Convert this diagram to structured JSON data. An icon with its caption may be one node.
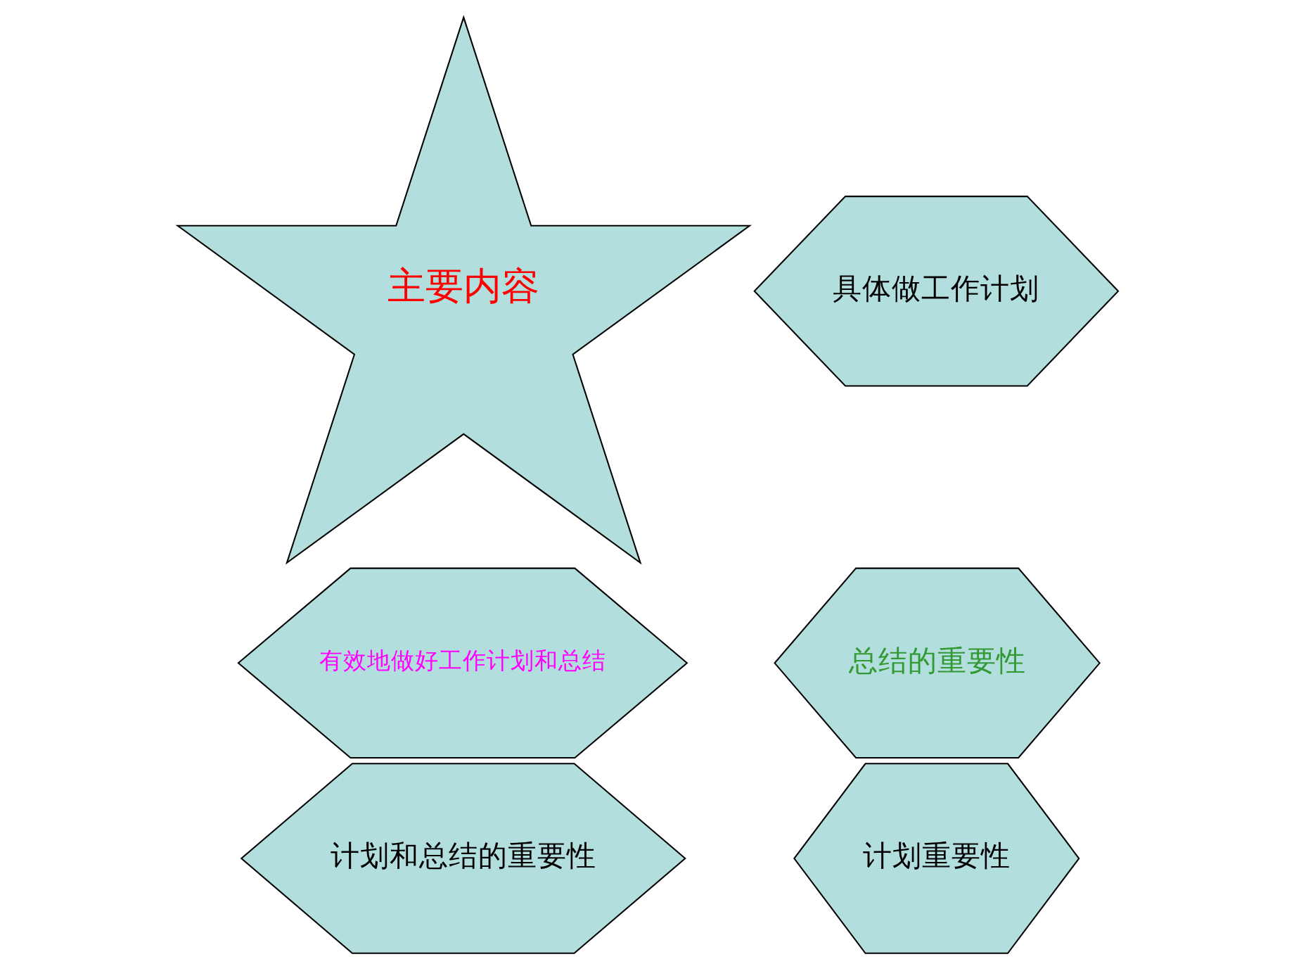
{
  "diagram": {
    "nodes": [
      {
        "text": [
          "计划重要性"
        ]
      },
      {
        "text": [
          "具体做工作计划"
        ]
      },
      {
        "text": [
          "主要内容"
        ]
      },
      {
        "text": [
          "有效地做好工作计划和总结"
        ]
      },
      {
        "text": [
          "总结的重要性"
        ]
      },
      {
        "text": [
          "计划和总结的重要性"
        ]
      }
    ]
  }
}
